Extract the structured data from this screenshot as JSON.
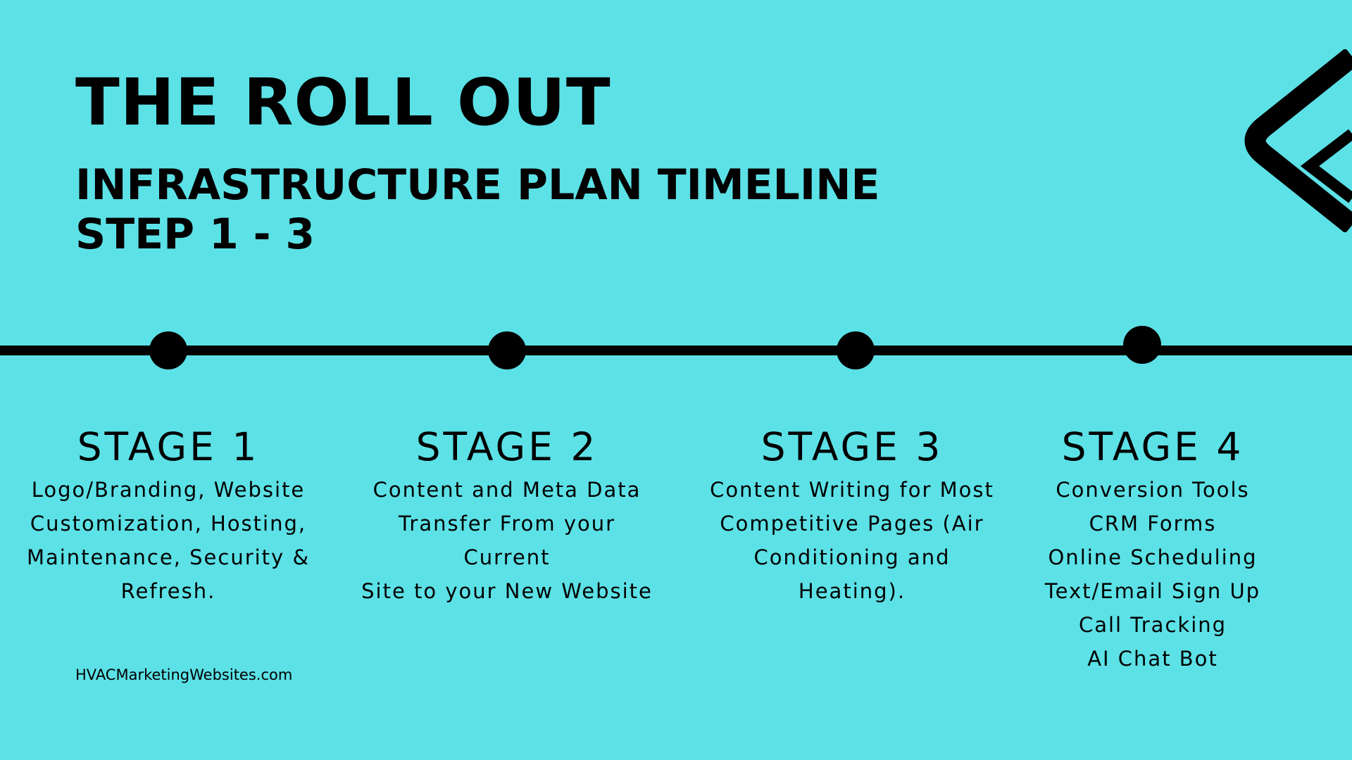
{
  "header": {
    "title": "THE ROLL OUT",
    "subtitle": "INFRASTRUCTURE PLAN TIMELINE",
    "step": "STEP 1 - 3"
  },
  "colors": {
    "background": "#5ce1e6",
    "ink": "#000000"
  },
  "icons": {
    "corner_mark": "double-chevron-left-icon"
  },
  "stages": [
    {
      "title": "STAGE 1",
      "description": "Logo/Branding, Website\nCustomization, Hosting,\nMaintenance, Security &\nRefresh."
    },
    {
      "title": "STAGE 2",
      "description": "Content and Meta Data\nTransfer From your Current\nSite to your New Website"
    },
    {
      "title": "STAGE 3",
      "description": "Content Writing for Most\nCompetitive Pages (Air\nConditioning and\nHeating)."
    },
    {
      "title": "STAGE 4",
      "description": "Conversion Tools\nCRM Forms\nOnline Scheduling\nText/Email Sign Up\nCall Tracking\nAI Chat Bot"
    }
  ],
  "footer": {
    "website": "HVACMarketingWebsites.com"
  }
}
